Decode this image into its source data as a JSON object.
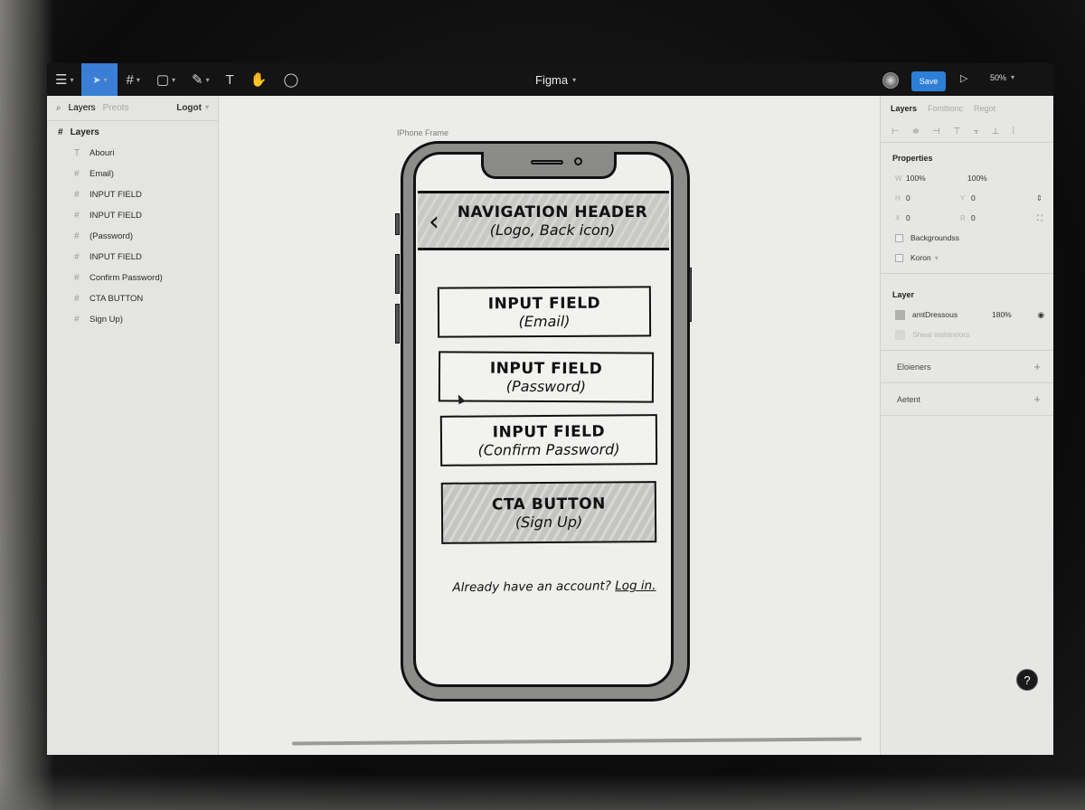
{
  "toolbar": {
    "menu_icon": "☰",
    "move_icon": "➤",
    "frame_icon": "#",
    "shape_icon": "▢",
    "pen_icon": "✎",
    "text_icon": "T",
    "hand_icon": "✋",
    "comment_icon": "◯",
    "title": "Figma",
    "title_caret": "⌄",
    "save_label": "Save",
    "play_icon": "▷",
    "zoom_level": "50%",
    "zoom_caret": "⌄"
  },
  "left_panel": {
    "tabs": [
      {
        "label": "Layers"
      },
      {
        "label": "Preots"
      }
    ],
    "page_select": "Logot",
    "page_caret": "⌄",
    "section_title": "Layers",
    "section_icon": "#",
    "layers": [
      {
        "icon": "T",
        "label": "Abouri"
      },
      {
        "icon": "#",
        "label": "Email)"
      },
      {
        "icon": "#",
        "label": "INPUT FIELD"
      },
      {
        "icon": "#",
        "label": "INPUT FIELD"
      },
      {
        "icon": "#",
        "label": "(Password)"
      },
      {
        "icon": "#",
        "label": "INPUT FIELD"
      },
      {
        "icon": "#",
        "label": "Confirm Password)"
      },
      {
        "icon": "#",
        "label": "CTA BUTTON"
      },
      {
        "icon": "#",
        "label": "Sign Up)"
      }
    ]
  },
  "canvas": {
    "frame_label": "IPhone Frame",
    "wireframe": {
      "nav_header": {
        "title": "NAVIGATION HEADER",
        "subtitle": "(Logo, Back icon)",
        "back_icon": "‹"
      },
      "fields": [
        {
          "title": "INPUT FIELD",
          "subtitle": "(Email)"
        },
        {
          "title": "INPUT FIELD",
          "subtitle": "(Password)"
        },
        {
          "title": "INPUT FIELD",
          "subtitle": "(Confirm Password)"
        }
      ],
      "cta": {
        "title": "CTA BUTTON",
        "subtitle": "(Sign Up)"
      },
      "footer_text": "Already have an account?",
      "footer_link": "Log in."
    }
  },
  "right_panel": {
    "tabs": [
      {
        "label": "Layers"
      },
      {
        "label": "Fomltionc"
      },
      {
        "label": "Regot"
      }
    ],
    "align_icons": [
      "⊢",
      "≑",
      "⊣",
      "⊤",
      "⫟",
      "⊥",
      "⁞"
    ],
    "properties_title": "Properties",
    "w_label": "W",
    "w_value": "100%",
    "h_pct": "100%",
    "x_label": "H",
    "x_value": "0",
    "y_label": "Y",
    "y_value": "0",
    "r_label": "X",
    "r_value": "0",
    "r2_label": "R",
    "r2_value": "0",
    "background_label": "Backgroundss",
    "koron_label": "Koron",
    "layer_title": "Layer",
    "layer_name": "amtDressous",
    "layer_opacity": "180%",
    "eye_icon": "◉",
    "layer_sub": "Sheal inshtreiors",
    "section_elements": "Eloieners",
    "section_aetent": "Aetent",
    "plus_icon": "+"
  },
  "help_icon": "?"
}
